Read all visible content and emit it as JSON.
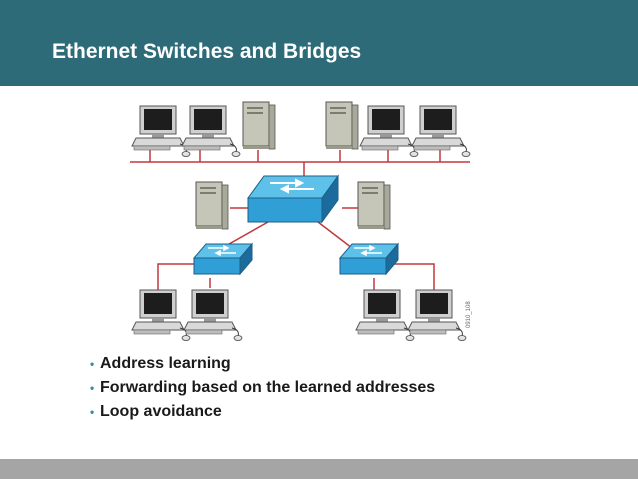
{
  "slide": {
    "title": "Ethernet Switches and Bridges",
    "bullets": [
      "Address learning",
      "Forwarding based on the learned addresses",
      "Loop avoidance"
    ],
    "figure_code": "0910_108"
  },
  "colors": {
    "header": "#2d6b78",
    "cable": "#c0393b",
    "switch": "#2f9fd6",
    "bottom_bar": "#a5a5a5",
    "bullet": "#3b8ea0"
  },
  "diagram": {
    "icons": [
      "workstation-icon",
      "server-icon",
      "workgroup-switch-icon",
      "lan-segment-line"
    ]
  }
}
